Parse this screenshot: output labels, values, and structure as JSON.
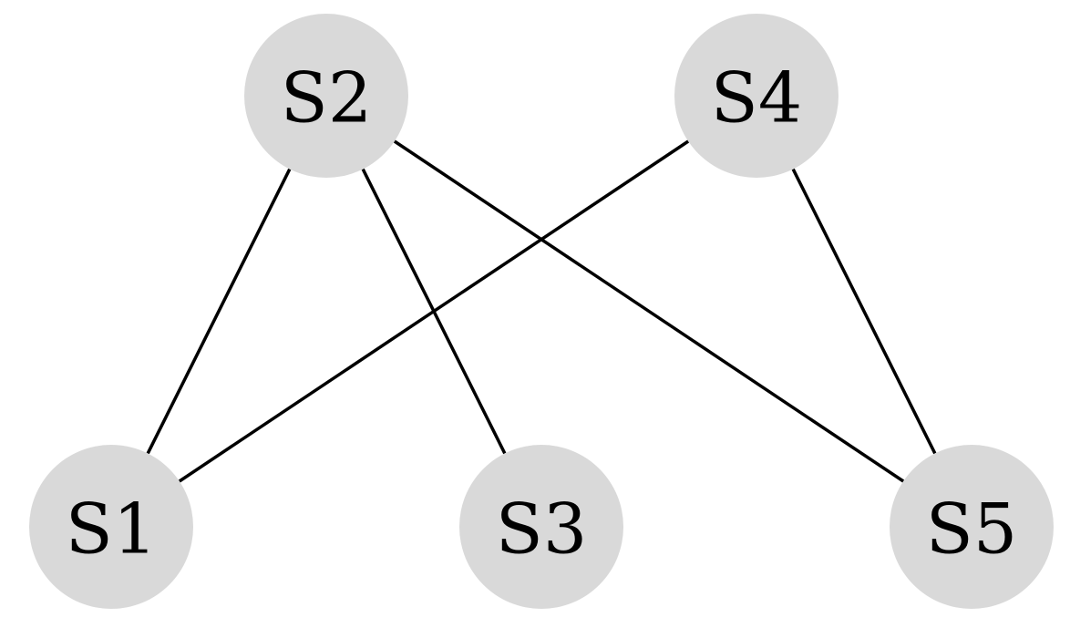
{
  "diagram": {
    "type": "graph",
    "colors": {
      "node_fill": "#d9d9d9",
      "edge": "#000000",
      "label": "#000000",
      "background": "#ffffff"
    },
    "nodes": [
      {
        "id": "S1",
        "label": "S1"
      },
      {
        "id": "S2",
        "label": "S2"
      },
      {
        "id": "S3",
        "label": "S3"
      },
      {
        "id": "S4",
        "label": "S4"
      },
      {
        "id": "S5",
        "label": "S5"
      }
    ],
    "edges": [
      {
        "from": "S2",
        "to": "S1"
      },
      {
        "from": "S2",
        "to": "S3"
      },
      {
        "from": "S2",
        "to": "S5"
      },
      {
        "from": "S4",
        "to": "S1"
      },
      {
        "from": "S4",
        "to": "S5"
      }
    ]
  }
}
